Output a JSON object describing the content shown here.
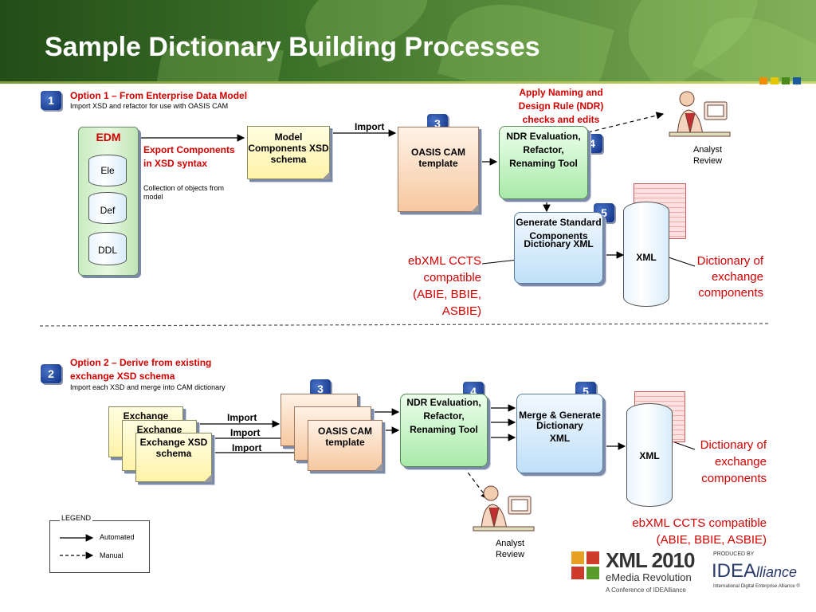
{
  "title": "Sample Dictionary Building Processes",
  "colors": {
    "accent_red": "#d40000",
    "badge_blue": "#1f4fb0"
  },
  "opt1": {
    "badge": "1",
    "heading": "Option 1 – From Enterprise Data Model",
    "subtext": "Import XSD and refactor for use with OASIS CAM",
    "edm": {
      "label": "EDM",
      "items": [
        "Ele",
        "Def",
        "DDL"
      ]
    },
    "export_title": "Export Components in XSD syntax",
    "export_sub": "Collection of objects from model",
    "model": "Model Components XSD schema",
    "import_label": "Import",
    "cam_badge": "3",
    "cam": "OASIS CAM template",
    "ndr_note": "Apply Naming and Design Rule (NDR) checks and edits",
    "ndr_badge": "4",
    "ndr": "NDR Evaluation, Refactor, Renaming Tool",
    "analyst": "Analyst Review",
    "gen_badge": "5",
    "gen_top": "Generate Standard Components",
    "gen_bottom": "Dictionary XML",
    "xml": "XML",
    "ebxml": "ebXML CCTS compatible (ABIE, BBIE, ASBIE)",
    "dict": "Dictionary of exchange components"
  },
  "opt2": {
    "badge": "2",
    "heading": "Option 2 – Derive from existing exchange XSD schema",
    "subtext": "Import each XSD and merge into CAM dictionary",
    "exchange_back": "Exchange",
    "exchange_front": "Exchange XSD schema",
    "imports": [
      "Import",
      "Import",
      "Import"
    ],
    "cam_badge": "3",
    "cam": "OASIS CAM template",
    "ndr_badge": "4",
    "ndr": "NDR Evaluation, Refactor, Renaming Tool",
    "merge_badge": "5",
    "merge": "Merge & Generate Dictionary",
    "merge_xml": "XML",
    "xml": "XML",
    "dict": "Dictionary of exchange components",
    "ebxml": "ebXML CCTS compatible (ABIE, BBIE, ASBIE)",
    "analyst": "Analyst Review"
  },
  "legend": {
    "title": "LEGEND",
    "automated": "Automated",
    "manual": "Manual"
  },
  "footer": {
    "xml_title": "XML 2010",
    "xml_sub": "eMedia Revolution",
    "xml_conf": "A Conference of IDEAlliance",
    "produced": "PRODUCED BY",
    "idea_a": "IDEA",
    "idea_b": "lliance",
    "idea_sub": "International Digital Enterprise Alliance ®"
  }
}
